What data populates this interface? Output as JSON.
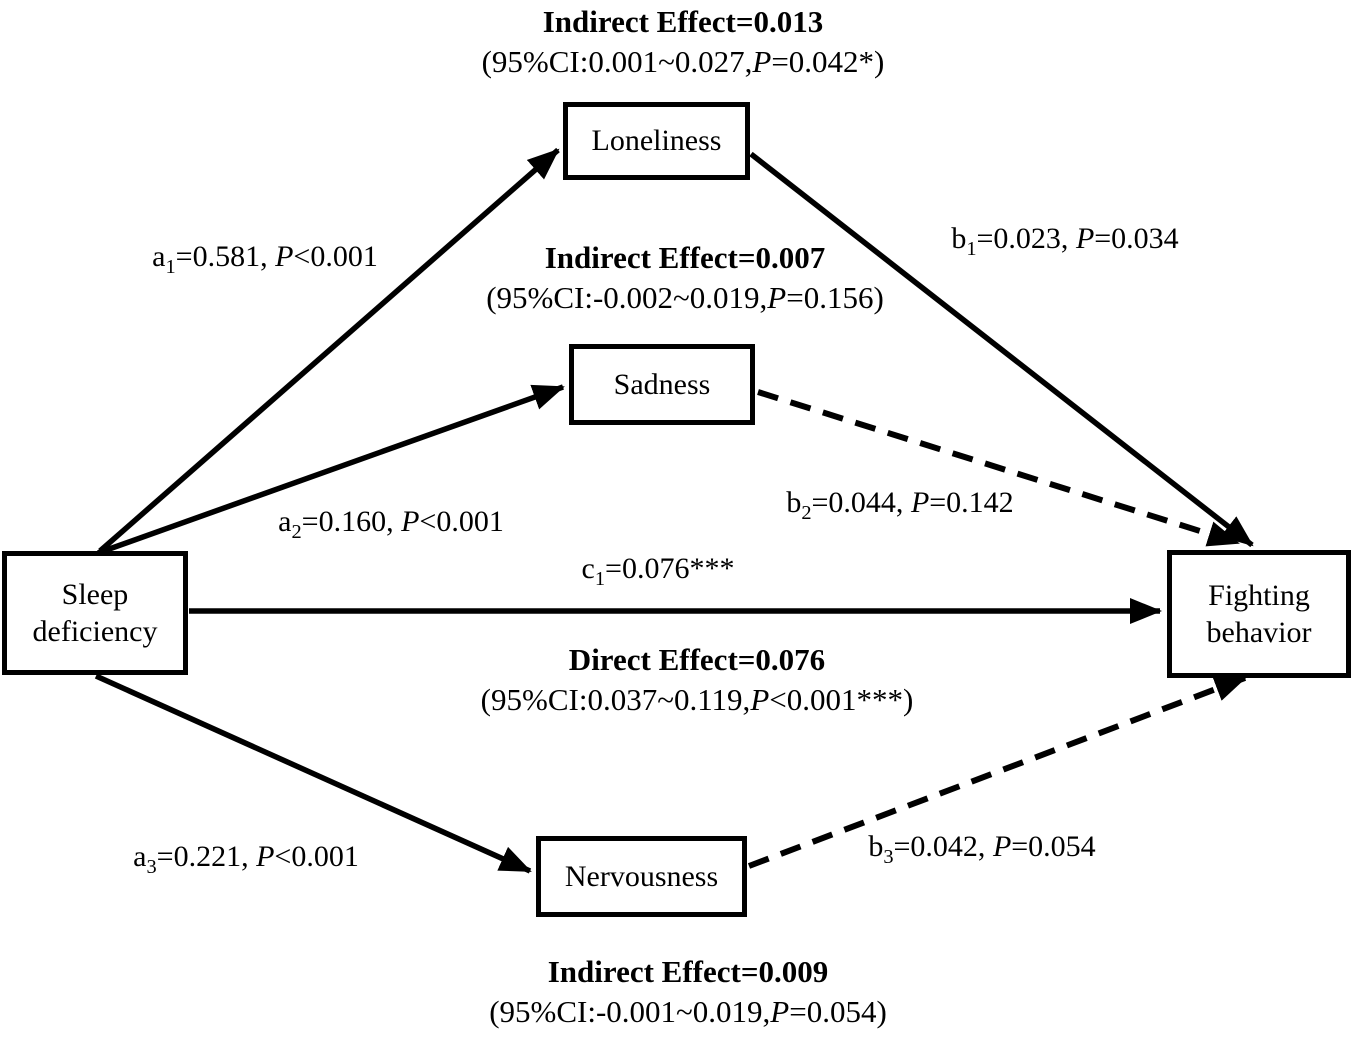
{
  "diagram": {
    "background_color": "#ffffff",
    "line_color": "#000000",
    "text_color": "#000000",
    "nodes": {
      "sleep": {
        "line1": "Sleep",
        "line2": "deficiency"
      },
      "loneliness": {
        "label": "Loneliness"
      },
      "sadness": {
        "label": "Sadness"
      },
      "nervousness": {
        "label": "Nervousness"
      },
      "fighting": {
        "line1": "Fighting",
        "line2": "behavior"
      }
    },
    "paths": {
      "a1": {
        "name": "a",
        "sub": "1",
        "eq": "=0.581, ",
        "p": "P",
        "pval": "<0.001"
      },
      "a2": {
        "name": "a",
        "sub": "2",
        "eq": "=0.160, ",
        "p": "P",
        "pval": "<0.001"
      },
      "a3": {
        "name": "a",
        "sub": "3",
        "eq": "=0.221, ",
        "p": "P",
        "pval": "<0.001"
      },
      "b1": {
        "name": "b",
        "sub": "1",
        "eq": "=0.023, ",
        "p": "P",
        "pval": "=0.034"
      },
      "b2": {
        "name": "b",
        "sub": "2",
        "eq": "=0.044, ",
        "p": "P",
        "pval": "=0.142"
      },
      "b3": {
        "name": "b",
        "sub": "3",
        "eq": "=0.042, ",
        "p": "P",
        "pval": "=0.054"
      },
      "c1": {
        "name": "c",
        "sub": "1",
        "eq": "=0.076***"
      }
    },
    "effects": {
      "indirect_loneliness": {
        "title": "Indirect Effect=0.013",
        "ci_pre": "(95%CI:0.001~0.027,",
        "p": "P",
        "ci_post": "=0.042*)"
      },
      "indirect_sadness": {
        "title": "Indirect Effect=0.007",
        "ci_pre": "(95%CI:-0.002~0.019,",
        "p": "P",
        "ci_post": "=0.156)"
      },
      "direct": {
        "title": "Direct Effect=0.076",
        "ci_pre": "(95%CI:0.037~0.119,",
        "p": "P",
        "ci_post": "<0.001***)"
      },
      "indirect_nervousness": {
        "title": "Indirect Effect=0.009",
        "ci_pre": "(95%CI:-0.001~0.019,",
        "p": "P",
        "ci_post": "=0.054)"
      }
    }
  }
}
